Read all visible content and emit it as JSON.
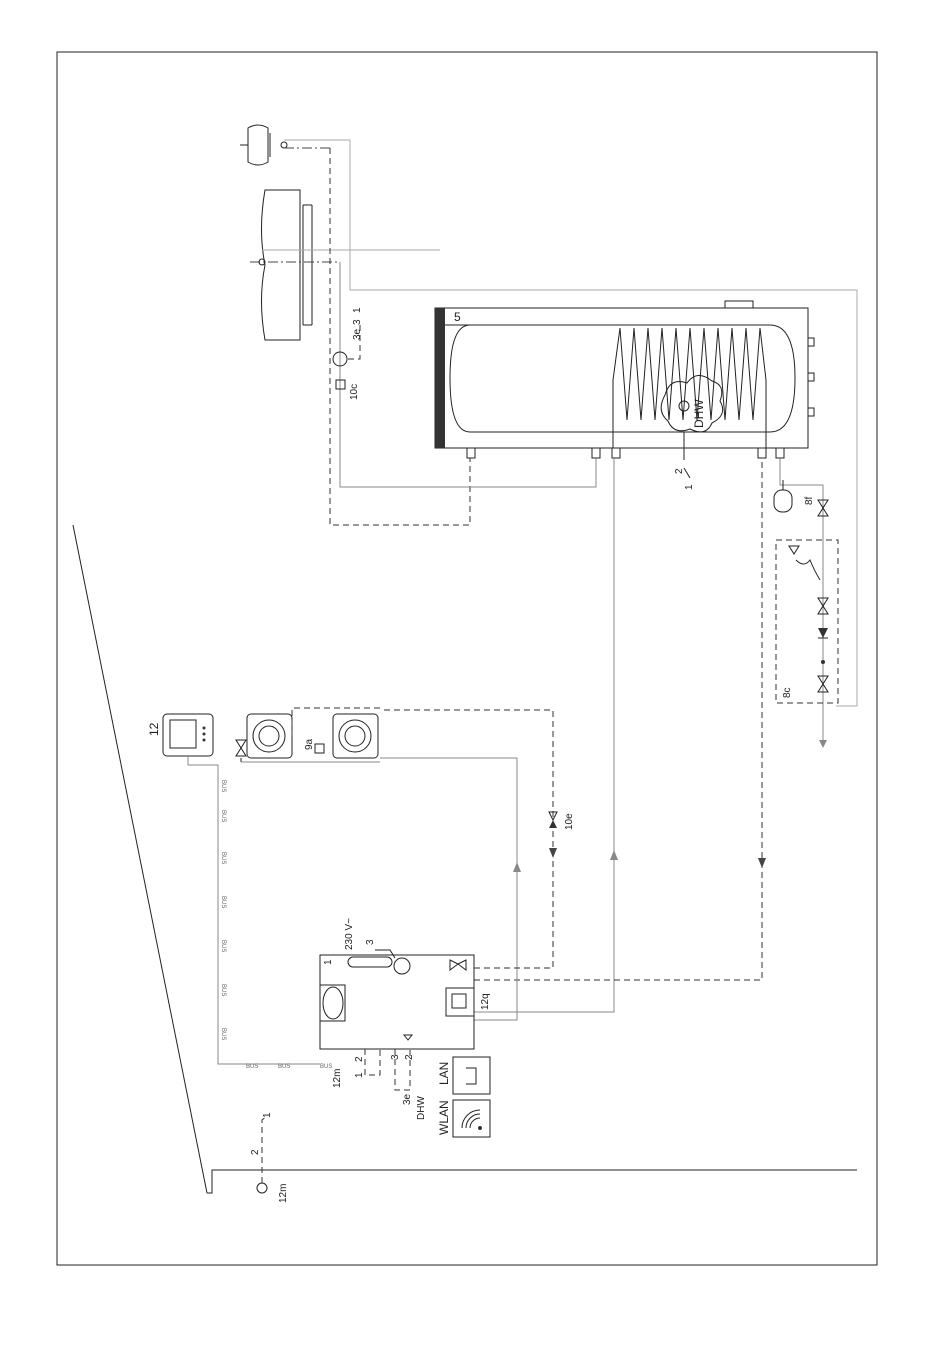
{
  "components": {
    "tank": {
      "id": "5",
      "coil_label": "DHW"
    },
    "heat_pump": {
      "id": "1",
      "power_label": "230 V~",
      "power_wire": "3",
      "controller_id": "12q"
    },
    "room_controller": {
      "id": "12"
    },
    "sensor_12m": {
      "id": "12m",
      "wire_a": "2",
      "wire_b": "1"
    },
    "fan_coil_valve": {
      "id": "9a"
    },
    "valve_10e": {
      "id": "10e"
    },
    "pump_10c": {
      "id": "10c",
      "wire_id": "3e",
      "wire_a": "3",
      "wire_b": "1"
    },
    "tank_sensor": {
      "wire_a": "2",
      "wire_b": "1"
    },
    "safety_group": {
      "id": "8c"
    },
    "expansion_vessel": {
      "id": "8f"
    },
    "hp_sensor_inputs": {
      "cable_12m": "12m",
      "cable_12m_wire_a": "2",
      "cable_12m_wire_b": "1",
      "cable_dhw": "DHW",
      "cable_dhw_id": "3e",
      "cable_dhw_wire_a": "3",
      "cable_dhw_wire_b": "2"
    },
    "network": {
      "lan": "LAN",
      "wlan": "WLAN"
    },
    "bus_label": "BUS"
  },
  "colors": {
    "line": "#222222",
    "grey_line": "#888888",
    "light_line": "#aaaaaa"
  }
}
